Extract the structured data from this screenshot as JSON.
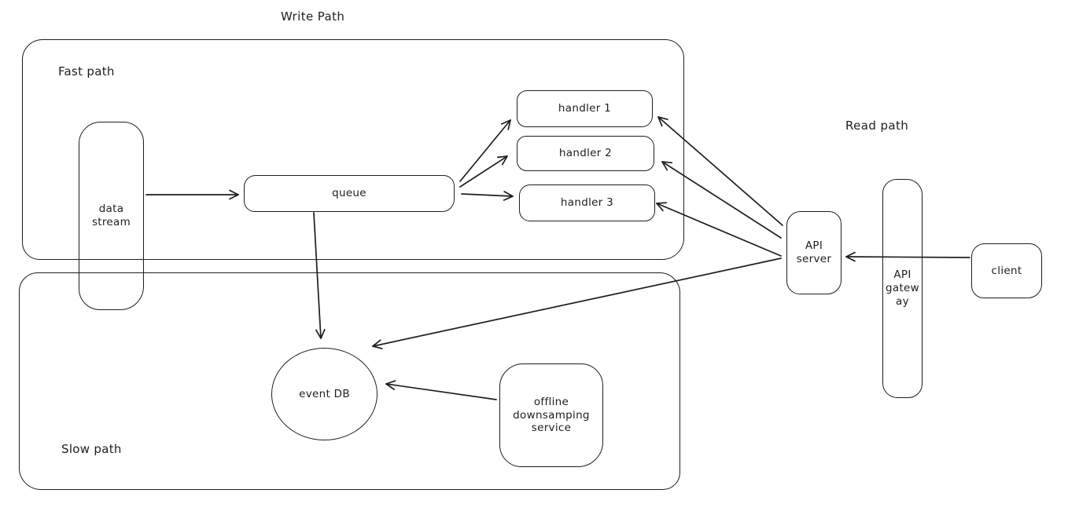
{
  "canvas": {
    "background": "#ffffff",
    "stroke_color": "#1e1e1e"
  },
  "titles": {
    "write_path": "Write Path",
    "read_path": "Read path"
  },
  "containers": {
    "fast_path": {
      "label": "Fast path"
    },
    "slow_path": {
      "label": "Slow path"
    }
  },
  "nodes": {
    "data_stream": {
      "label": "data\nstream",
      "shape": "rounded-rect"
    },
    "queue": {
      "label": "queue",
      "shape": "rounded-rect"
    },
    "handler1": {
      "label": "handler 1",
      "shape": "rounded-rect"
    },
    "handler2": {
      "label": "handler 2",
      "shape": "rounded-rect"
    },
    "handler3": {
      "label": "handler 3",
      "shape": "rounded-rect"
    },
    "event_db": {
      "label": "event DB",
      "shape": "ellipse"
    },
    "offline_service": {
      "label": "offline\ndownsamping\nservice",
      "shape": "rounded-rect"
    },
    "api_server": {
      "label": "API\nserver",
      "shape": "rounded-rect"
    },
    "api_gateway": {
      "label": "API\ngatew\nay",
      "shape": "rounded-rect"
    },
    "client": {
      "label": "client",
      "shape": "rounded-rect"
    }
  },
  "edges": [
    {
      "from": "data_stream",
      "to": "queue"
    },
    {
      "from": "queue",
      "to": "handler1"
    },
    {
      "from": "queue",
      "to": "handler2"
    },
    {
      "from": "queue",
      "to": "handler3"
    },
    {
      "from": "queue",
      "to": "event_db"
    },
    {
      "from": "api_server",
      "to": "handler1"
    },
    {
      "from": "api_server",
      "to": "handler2"
    },
    {
      "from": "api_server",
      "to": "handler3"
    },
    {
      "from": "api_server",
      "to": "event_db"
    },
    {
      "from": "offline_service",
      "to": "event_db"
    },
    {
      "from": "client",
      "to": "api_server"
    }
  ]
}
